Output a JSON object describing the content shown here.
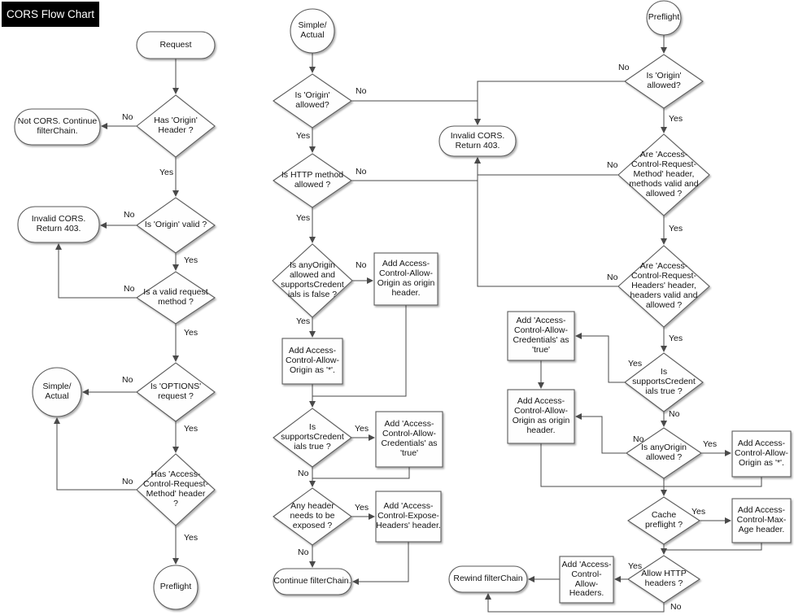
{
  "title": "CORS Flow Chart",
  "labels": {
    "yes": "Yes",
    "no": "No"
  },
  "colors": {
    "title_bg": "#000000",
    "title_text": "#ffffff",
    "shape_fill": "#fefefe",
    "shape_stroke": "#5a5a5a",
    "connector": "#4a4a4a",
    "background": "#ffffff"
  },
  "nodes": {
    "request": "Request",
    "has_origin_header": "Has 'Origin'\nHeader ?",
    "not_cors": "Not CORS. Continue\nfilterChain.",
    "is_origin_valid": "Is 'Origin' valid ?",
    "invalid_cors_left": "Invalid CORS.\nReturn 403.",
    "is_valid_method": "Is a valid request\nmethod ?",
    "is_options_request": "Is 'OPTIONS'\nrequest ?",
    "simple_actual_left": "Simple/\nActual",
    "has_acrm_header": "Has 'Access-\nControl-Request-\nMethod' header\n?",
    "preflight_left": "Preflight",
    "simple_actual_mid": "Simple/\nActual",
    "is_origin_allowed_mid": "Is 'Origin'\nallowed?",
    "is_http_method_allowed": "Is HTTP method\nallowed ?",
    "invalid_cors_mid": "Invalid CORS.\nReturn 403.",
    "any_origin_supports_cred": "Is anyOrigin\nallowed and\nsupportsCredent\nials is false ?",
    "add_origin_header_mid": "Add Access-\nControl-Allow-\nOrigin as origin\nheader.",
    "add_origin_star_mid": "Add Access-\nControl-Allow-\nOrigin as '*'.",
    "supports_cred_mid": "Is\nsupportsCredent\nials true ?",
    "add_credentials_mid": "Add 'Access-\nControl-Allow-\nCredentials' as\n'true'",
    "any_header_exposed": "Any header\nneeds to be\nexposed ?",
    "add_expose_headers": "Add 'Access-\nControl-Expose-\nHeaders' header.",
    "continue_filterchain": "Continue filterChain.",
    "preflight_right": "Preflight",
    "is_origin_allowed_right": "Is 'Origin'\nallowed?",
    "acr_method_valid": "Are 'Access-\nControl-Request-\nMethod' header,\nmethods valid and\nallowed ?",
    "acr_headers_valid": "Are 'Access-\nControl-Request-\nHeaders' header,\nheaders valid and\nallowed ?",
    "add_credentials_right": "Add 'Access-\nControl-Allow-\nCredentials' as\n'true'",
    "supports_cred_right": "Is\nsupportsCredent\nials true ?",
    "add_origin_header_right": "Add Access-\nControl-Allow-\nOrigin as origin\nheader.",
    "is_any_origin_allowed": "Is anyOrigin\nallowed ?",
    "add_origin_star_right": "Add Access-\nControl-Allow-\nOrigin as '*'.",
    "cache_preflight": "Cache\npreflight ?",
    "add_max_age": "Add Access-\nControl-Max-\nAge header.",
    "allow_http_headers": "Allow HTTP\nheaders ?",
    "add_allow_headers": "Add 'Access-\nControl-\nAllow-\nHeaders.",
    "rewind_filterchain": "Rewind filterChain"
  },
  "edges": [
    [
      "request",
      "has_origin_header",
      ""
    ],
    [
      "has_origin_header",
      "not_cors",
      "No"
    ],
    [
      "has_origin_header",
      "is_origin_valid",
      "Yes"
    ],
    [
      "is_origin_valid",
      "invalid_cors_left",
      "No"
    ],
    [
      "is_origin_valid",
      "is_valid_method",
      "Yes"
    ],
    [
      "is_valid_method",
      "invalid_cors_left",
      "No"
    ],
    [
      "is_valid_method",
      "is_options_request",
      "Yes"
    ],
    [
      "is_options_request",
      "simple_actual_left",
      "No"
    ],
    [
      "is_options_request",
      "has_acrm_header",
      "Yes"
    ],
    [
      "has_acrm_header",
      "simple_actual_left",
      "No"
    ],
    [
      "has_acrm_header",
      "preflight_left",
      "Yes"
    ],
    [
      "simple_actual_mid",
      "is_origin_allowed_mid",
      ""
    ],
    [
      "is_origin_allowed_mid",
      "invalid_cors_mid",
      "No"
    ],
    [
      "is_origin_allowed_mid",
      "is_http_method_allowed",
      "Yes"
    ],
    [
      "is_http_method_allowed",
      "invalid_cors_mid",
      "No"
    ],
    [
      "is_http_method_allowed",
      "any_origin_supports_cred",
      "Yes"
    ],
    [
      "any_origin_supports_cred",
      "add_origin_header_mid",
      "No"
    ],
    [
      "any_origin_supports_cred",
      "add_origin_star_mid",
      "Yes"
    ],
    [
      "add_origin_star_mid",
      "supports_cred_mid",
      ""
    ],
    [
      "add_origin_header_mid",
      "supports_cred_mid",
      ""
    ],
    [
      "supports_cred_mid",
      "add_credentials_mid",
      "Yes"
    ],
    [
      "supports_cred_mid",
      "any_header_exposed",
      "No"
    ],
    [
      "add_credentials_mid",
      "any_header_exposed",
      ""
    ],
    [
      "any_header_exposed",
      "add_expose_headers",
      "Yes"
    ],
    [
      "any_header_exposed",
      "continue_filterchain",
      "No"
    ],
    [
      "add_expose_headers",
      "continue_filterchain",
      ""
    ],
    [
      "preflight_right",
      "is_origin_allowed_right",
      ""
    ],
    [
      "is_origin_allowed_right",
      "invalid_cors_mid",
      "No"
    ],
    [
      "is_origin_allowed_right",
      "acr_method_valid",
      "Yes"
    ],
    [
      "acr_method_valid",
      "invalid_cors_mid",
      "No"
    ],
    [
      "acr_method_valid",
      "acr_headers_valid",
      "Yes"
    ],
    [
      "acr_headers_valid",
      "invalid_cors_mid",
      "No"
    ],
    [
      "acr_headers_valid",
      "supports_cred_right",
      "Yes"
    ],
    [
      "supports_cred_right",
      "add_credentials_right",
      "Yes"
    ],
    [
      "add_credentials_right",
      "add_origin_header_right",
      ""
    ],
    [
      "supports_cred_right",
      "is_any_origin_allowed",
      "No"
    ],
    [
      "is_any_origin_allowed",
      "add_origin_star_right",
      "Yes"
    ],
    [
      "is_any_origin_allowed",
      "add_origin_header_right",
      "No"
    ],
    [
      "add_origin_header_right",
      "cache_preflight",
      ""
    ],
    [
      "add_origin_star_right",
      "cache_preflight",
      ""
    ],
    [
      "cache_preflight",
      "add_max_age",
      "Yes"
    ],
    [
      "cache_preflight",
      "allow_http_headers",
      ""
    ],
    [
      "add_max_age",
      "allow_http_headers",
      ""
    ],
    [
      "allow_http_headers",
      "add_allow_headers",
      "Yes"
    ],
    [
      "add_allow_headers",
      "rewind_filterchain",
      ""
    ],
    [
      "allow_http_headers",
      "rewind_filterchain",
      "No"
    ]
  ]
}
